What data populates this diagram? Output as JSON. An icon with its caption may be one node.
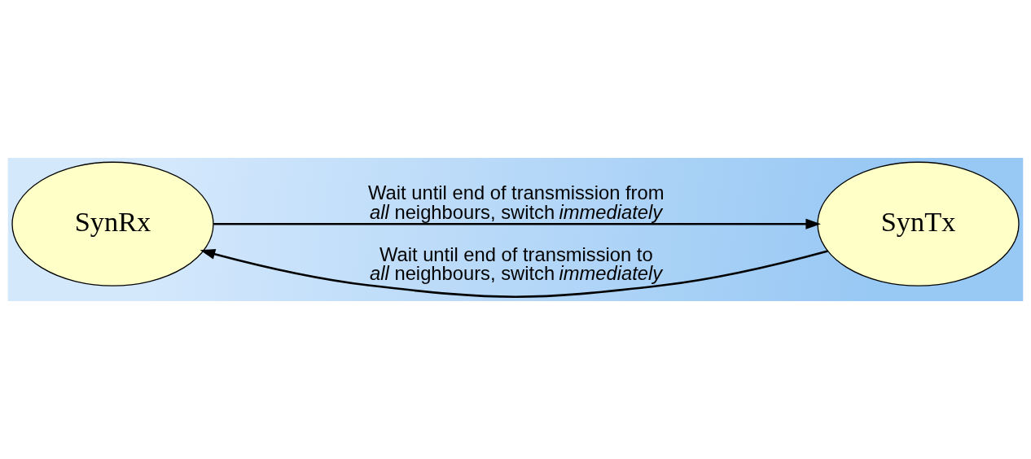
{
  "diagram": {
    "nodes": [
      {
        "text": [
          "SynRx"
        ]
      },
      {
        "text": [
          "SynTx"
        ]
      }
    ],
    "edges": [
      {
        "from": 0,
        "to": 1,
        "arrow": "to",
        "label": "Wait until end of transmission from *all* neighbours, switch *immediately*"
      },
      {
        "from": 1,
        "to": 0,
        "arrow": "to",
        "label": "Wait until end of transmission to *all* neighbours, switch *immediately*"
      }
    ]
  }
}
